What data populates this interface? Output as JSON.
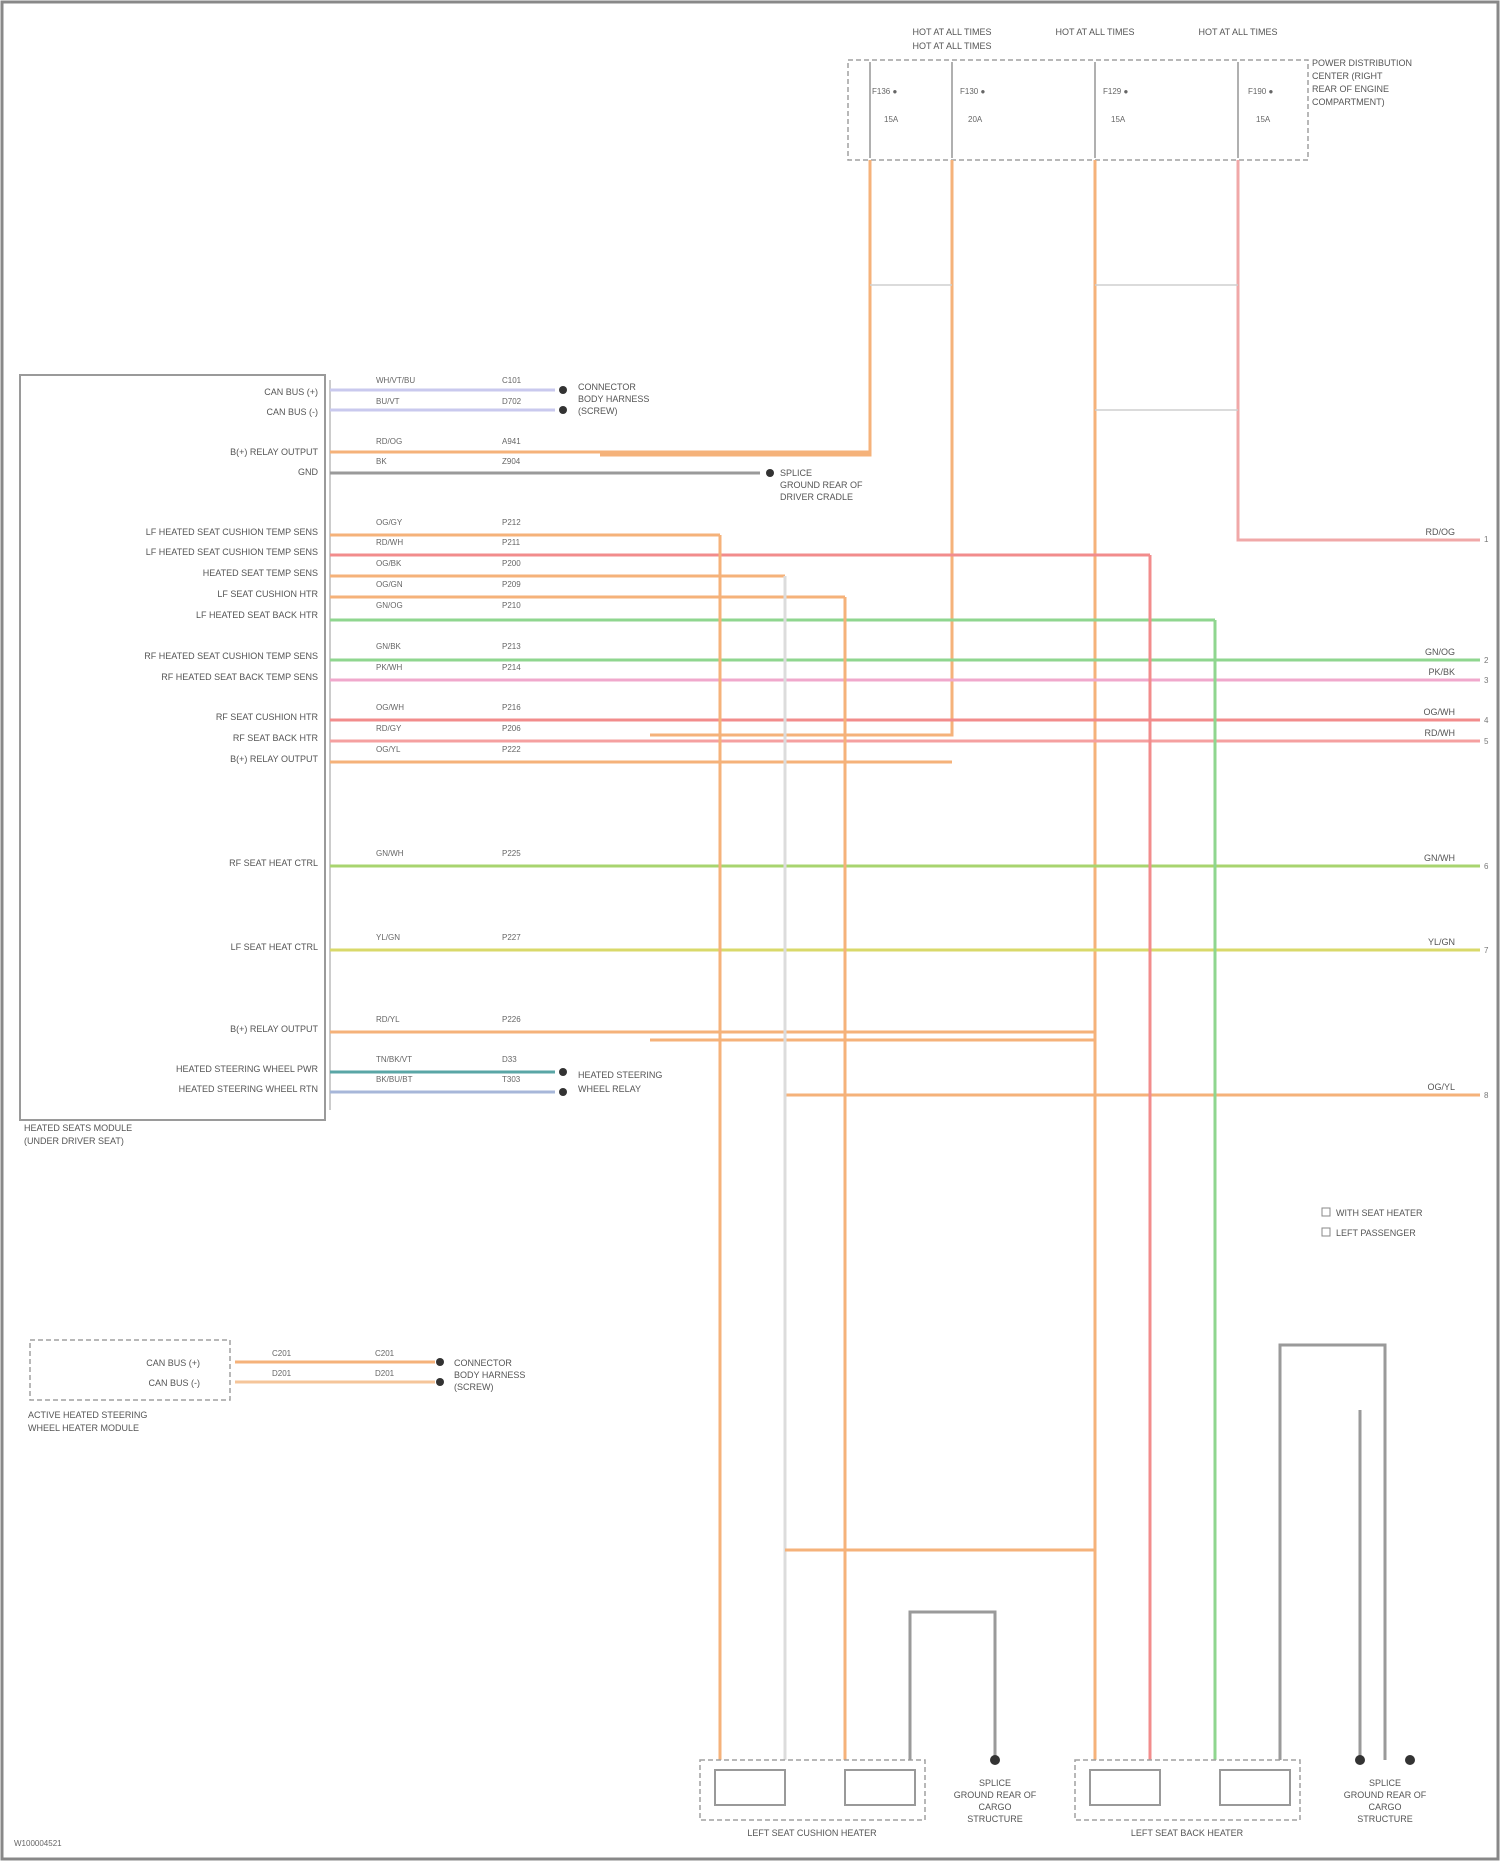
{
  "diagram": {
    "fuse_block": {
      "fuse_labels": [
        "HOT AT ALL TIMES",
        "HOT AT ALL TIMES",
        "HOT AT ALL TIMES",
        "HOT AT ALL TIMES"
      ],
      "fuse_ids": [
        "F136 ●",
        "F130 ●",
        "F129 ●",
        "F190 ●"
      ],
      "fuse_ratings": [
        "15A",
        "20A",
        "15A",
        "15A"
      ],
      "name_lines": [
        "POWER DISTRIBUTION",
        "CENTER (RIGHT",
        "REAR OF ENGINE",
        "COMPARTMENT)"
      ]
    },
    "heated_seat_module": {
      "name_lines": [
        "HEATED SEATS MODULE",
        "(UNDER DRIVER SEAT)"
      ],
      "pins": [
        "CAN BUS (+)",
        "CAN BUS (-)",
        "B(+) RELAY OUTPUT",
        "GND",
        "LF HEATED SEAT CUSHION TEMP SENS",
        "LF HEATED SEAT CUSHION TEMP SENS",
        "HEATED SEAT TEMP SENS",
        "LF SEAT CUSHION HTR",
        "LF HEATED SEAT BACK HTR",
        "RF HEATED SEAT CUSHION TEMP SENS",
        "RF HEATED SEAT BACK TEMP SENS",
        "RF SEAT CUSHION HTR",
        "RF SEAT BACK HTR",
        "B(+) RELAY OUTPUT",
        "RF SEAT HEAT CTRL",
        "LF SEAT HEAT CTRL",
        "B(+) RELAY OUTPUT",
        "HEATED STEERING WHEEL PWR",
        "HEATED STEERING WHEEL RTN"
      ],
      "wire_labels": [
        "WH/VT/BU",
        "BU/VT",
        "RD/OG",
        "BK",
        "OG/GY",
        "RD/WH",
        "OG/BK",
        "OG/GN",
        "GN/OG",
        "GN/BK",
        "PK/WH",
        "OG/WH",
        "RD/GY",
        "OG/YL",
        "GN/WH",
        "YL/GN",
        "RD/YL",
        "TN/BK/VT",
        "BK/BU/BT"
      ],
      "circuit_codes": [
        "C101",
        "D702",
        "A941",
        "Z904",
        "P212",
        "P211",
        "P200",
        "P209",
        "P210",
        "P213",
        "P214",
        "P216",
        "P206",
        "P222",
        "P225",
        "P227",
        "P226",
        "D33",
        "T303"
      ]
    },
    "connectors_top": [
      "CONNECTOR",
      "BODY HARNESS",
      "(SCREW)"
    ],
    "connectors_bottom": [
      "CONNECTOR",
      "BODY HARNESS",
      "(SCREW)"
    ],
    "heated_wheel_connectors": [
      "HEATED STEERING",
      "WHEEL RELAY"
    ],
    "ground_label_lines": [
      "SPLICE",
      "GROUND REAR OF",
      "DRIVER CRADLE"
    ],
    "steering_module": {
      "name_lines": [
        "ACTIVE HEATED STEERING",
        "WHEEL HEATER MODULE"
      ],
      "pins": [
        "CAN BUS (+)",
        "CAN BUS (-)"
      ],
      "wire_labels": [
        "C201",
        "D201"
      ],
      "circuit_codes": [
        "C201",
        "D201"
      ]
    },
    "right_edge_labels": [
      "RD/OG",
      "GN/OG",
      "PK/BK",
      "OG/WH",
      "RD/WH",
      "GN/WH",
      "YL/GN",
      "OG/YL"
    ],
    "right_edge_pins": [
      "1",
      "2",
      "3",
      "4",
      "5",
      "6",
      "7",
      "8"
    ],
    "legend": [
      "WITH SEAT HEATER",
      "LEFT PASSENGER"
    ],
    "components": {
      "left_cushion": "LEFT SEAT CUSHION HEATER",
      "left_back": "LEFT SEAT BACK HEATER"
    },
    "ground_bottom_lines": [
      "SPLICE",
      "GROUND REAR OF",
      "CARGO",
      "STRUCTURE"
    ],
    "footer_id": "W100004521"
  }
}
